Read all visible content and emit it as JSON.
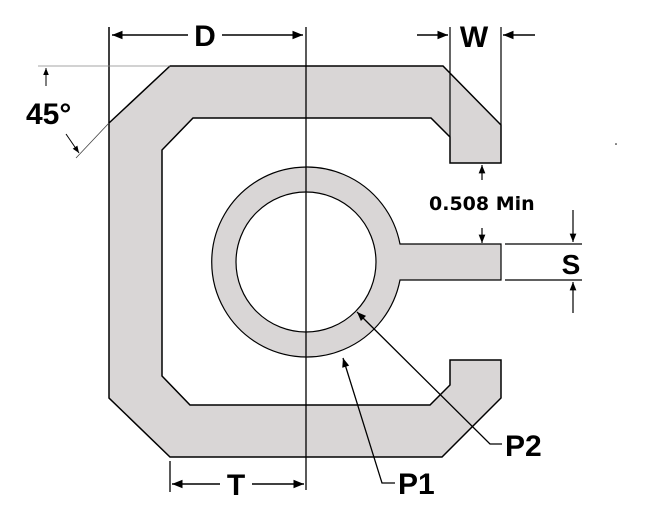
{
  "diagram": {
    "type": "technical-drawing",
    "subject": "C-shaped pad with circular annular ring and slot",
    "colors": {
      "fill": "#d9d6d6",
      "stroke": "#000000",
      "background": "#ffffff"
    },
    "labels": {
      "d": "D",
      "w": "W",
      "angle": "45°",
      "min_clearance": "0.508 Min",
      "s": "S",
      "t": "T",
      "p1": "P1",
      "p2": "P2"
    }
  }
}
